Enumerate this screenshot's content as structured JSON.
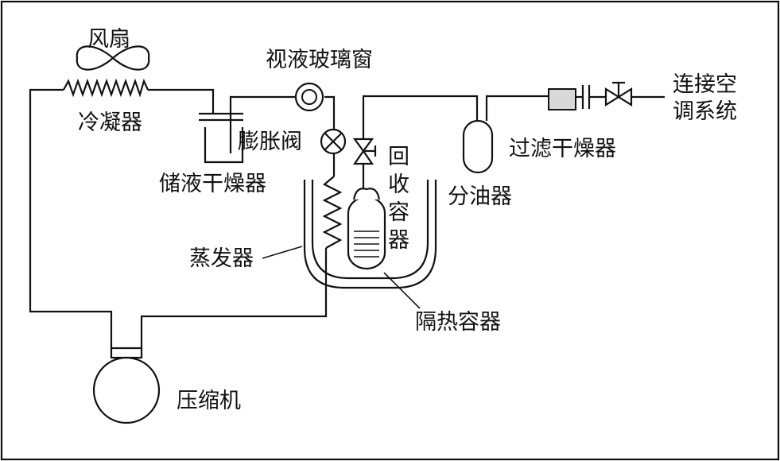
{
  "labels": {
    "fan": "风扇",
    "condenser": "冷凝器",
    "sight_glass": "视液玻璃窗",
    "expansion_valve": "膨胀阀",
    "receiver_drier": "储液干燥器",
    "recovery_line1": "回",
    "recovery_line2": "收",
    "recovery_line3": "容",
    "recovery_line4": "器",
    "oil_separator": "分油器",
    "filter_drier": "过滤干燥器",
    "connect_line1": "连接空",
    "connect_line2": "调系统",
    "evaporator": "蒸发器",
    "insulated_container": "隔热容器",
    "compressor": "压缩机"
  },
  "colors": {
    "line": "#111111",
    "fill_gray": "#d9d9d9",
    "background": "#ffffff"
  }
}
